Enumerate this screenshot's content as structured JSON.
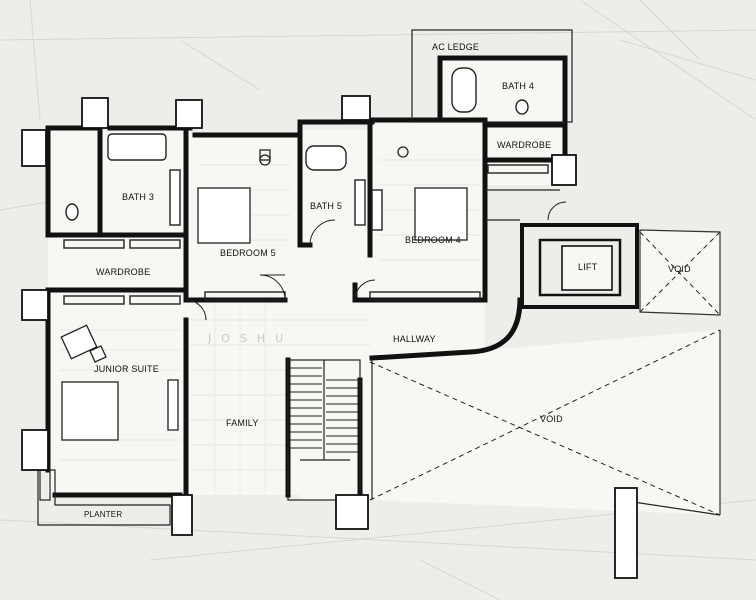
{
  "plan": {
    "rooms": {
      "ac_ledge": "AC LEDGE",
      "bath_4": "BATH 4",
      "wardrobe_right": "WARDROBE",
      "bath_3": "BATH 3",
      "bath_5": "BATH 5",
      "bedroom_5": "BEDROOM 5",
      "bedroom_4": "BEDROOM 4",
      "lift": "LIFT",
      "void_small": "VOID",
      "wardrobe_left": "WARDROBE",
      "hallway": "HALLWAY",
      "junior_suite": "JUNIOR SUITE",
      "family": "FAMILY",
      "void_large": "VOID",
      "planter": "PLANTER"
    },
    "watermark": "JOSHU"
  }
}
